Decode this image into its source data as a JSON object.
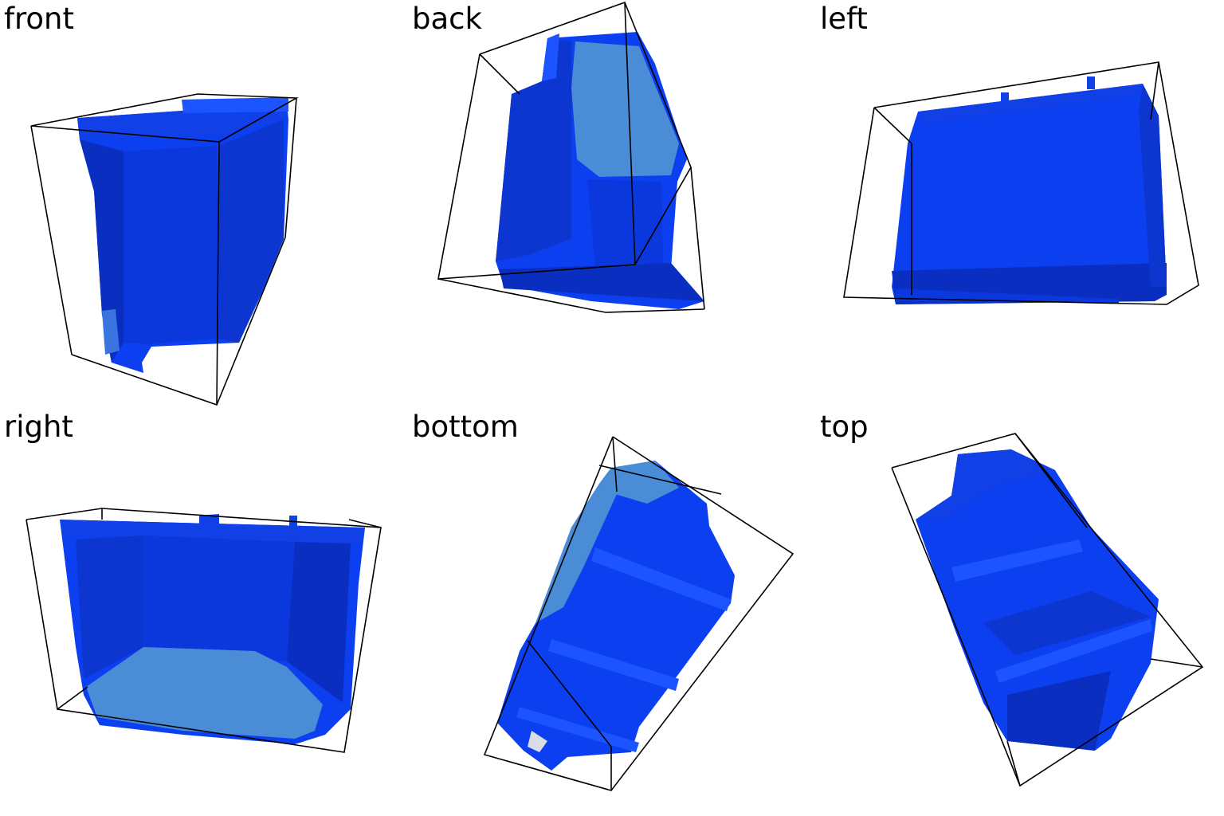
{
  "views": [
    {
      "label": "front"
    },
    {
      "label": "back"
    },
    {
      "label": "left"
    },
    {
      "label": "right"
    },
    {
      "label": "bottom"
    },
    {
      "label": "top"
    }
  ],
  "colors": {
    "object_main": "#0b3ff0",
    "object_dark": "#0a2fc0",
    "object_mid": "#1040e6",
    "object_light": "#1c55ff",
    "interior_light": "#4a8cd6",
    "box_edge": "#000000",
    "background": "#ffffff"
  }
}
